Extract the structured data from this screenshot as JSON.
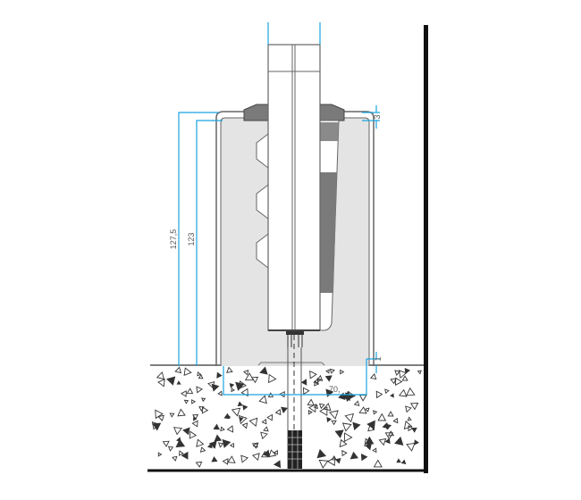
{
  "drawing": {
    "dimensions": {
      "outer_height": "127,5",
      "inner_height": "123",
      "top_offset": "3",
      "bottom_offset": "1",
      "embed_depth": "70,"
    },
    "colors": {
      "dimension": "#1aa3e0",
      "housing_fill": "#e4e4e4",
      "gasket": "#7a7a7a",
      "outline": "#666666"
    }
  }
}
